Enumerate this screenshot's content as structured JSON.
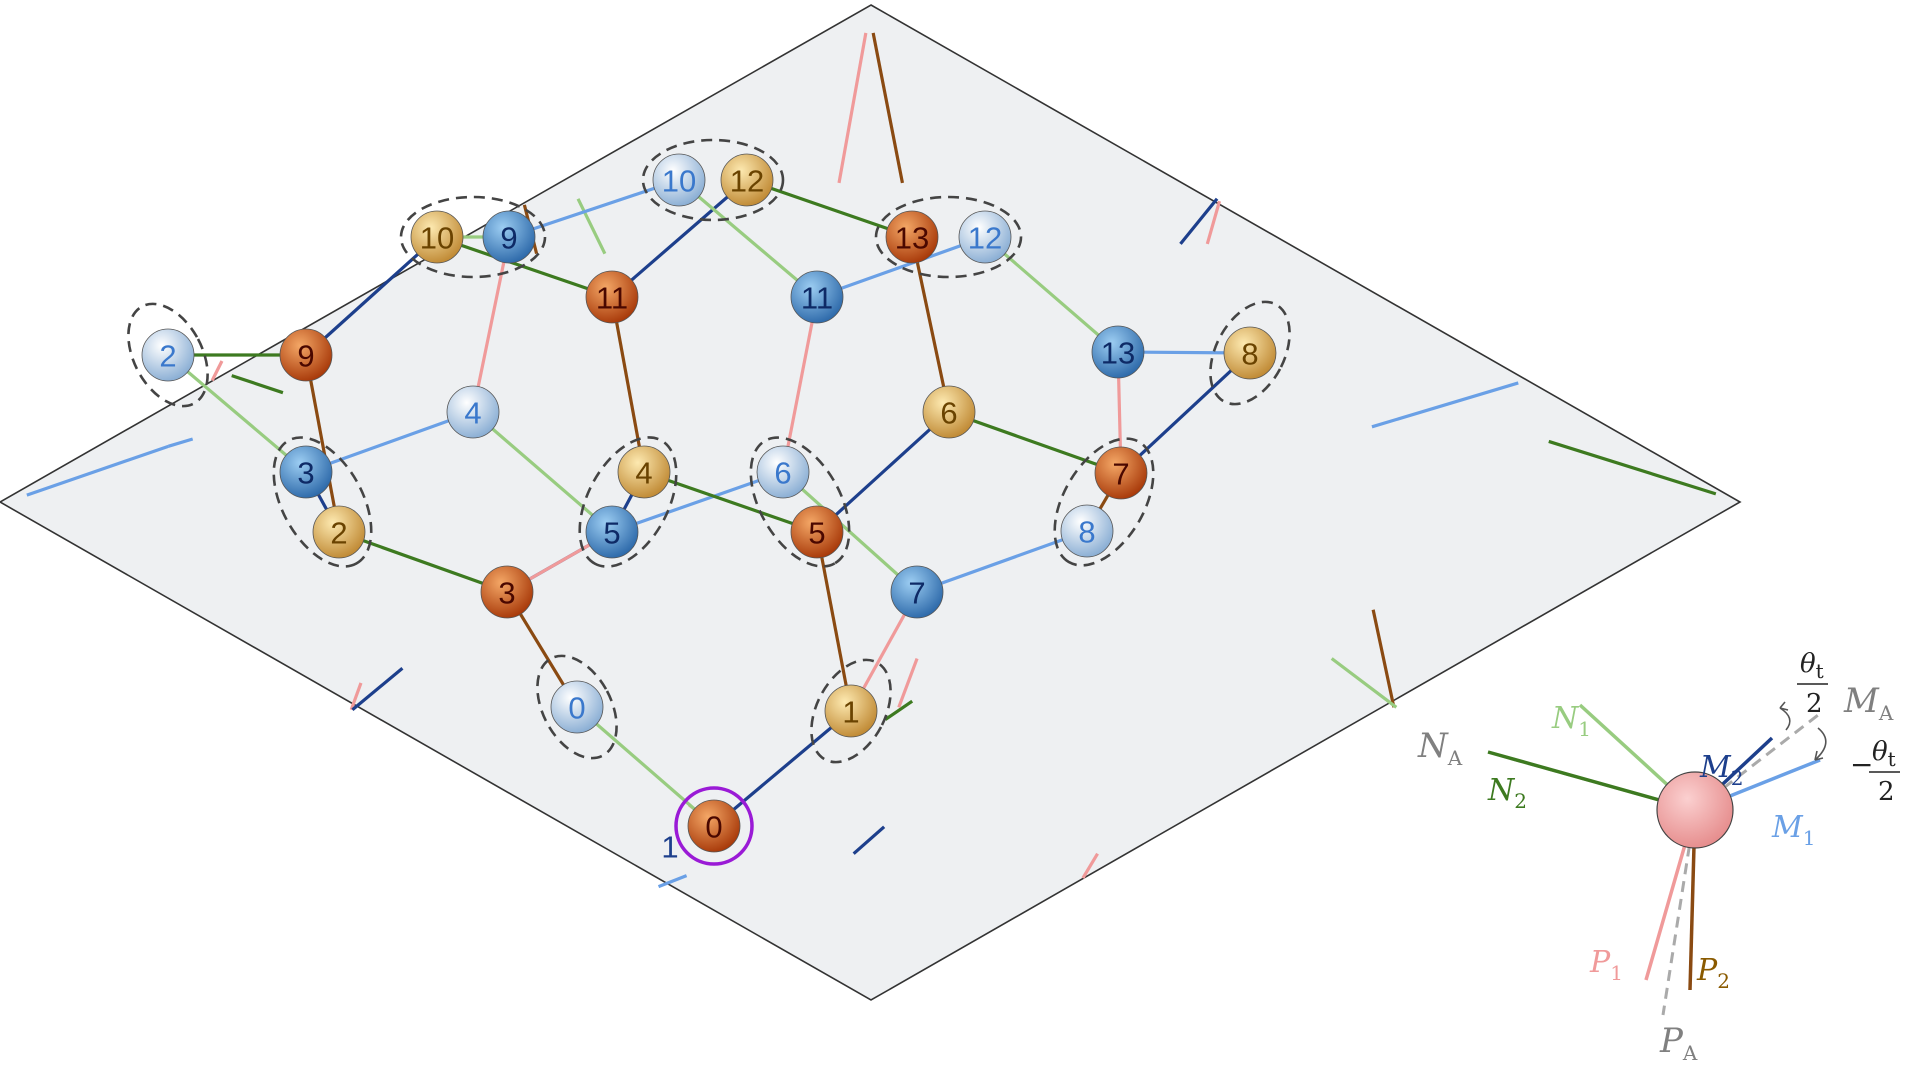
{
  "colors": {
    "plane_fill": "#eef0f2",
    "plane_stroke": "#333333",
    "P1": "#f09a9a",
    "P2": "#8a4a12",
    "N1": "#98cc80",
    "N2": "#3d7a20",
    "M1": "#6aa0e6",
    "M2": "#1d3f8c",
    "dashed": "#444444",
    "highlight": "#9a1ad6",
    "legend_axis": "#aaaaaa",
    "legend_text_grey": "#808080"
  },
  "node_types": {
    "orange": {
      "light": "#f4a766",
      "dark": "#a83a0a",
      "text": "#4a0800"
    },
    "gold": {
      "light": "#fde9b0",
      "dark": "#c08a35",
      "text": "#6a4300"
    },
    "pale": {
      "light": "#ffffff",
      "dark": "#8aaed4",
      "text": "#3a78cc"
    },
    "blue": {
      "light": "#9ccdf2",
      "dark": "#2e6aaa",
      "text": "#0e2a66"
    }
  },
  "nodes": [
    {
      "id": "o0",
      "label": "0",
      "type": "orange"
    },
    {
      "id": "g1",
      "label": "1",
      "type": "gold"
    },
    {
      "id": "p0",
      "label": "0",
      "type": "pale"
    },
    {
      "id": "o3",
      "label": "3",
      "type": "orange"
    },
    {
      "id": "o5",
      "label": "5",
      "type": "orange"
    },
    {
      "id": "b7",
      "label": "7",
      "type": "blue"
    },
    {
      "id": "p8",
      "label": "8",
      "type": "pale"
    },
    {
      "id": "o7",
      "label": "7",
      "type": "orange"
    },
    {
      "id": "g2",
      "label": "2",
      "type": "gold"
    },
    {
      "id": "b3",
      "label": "3",
      "type": "blue"
    },
    {
      "id": "b5",
      "label": "5",
      "type": "blue"
    },
    {
      "id": "g4",
      "label": "4",
      "type": "gold"
    },
    {
      "id": "p6",
      "label": "6",
      "type": "pale"
    },
    {
      "id": "g6",
      "label": "6",
      "type": "gold"
    },
    {
      "id": "p4",
      "label": "4",
      "type": "pale"
    },
    {
      "id": "p2",
      "label": "2",
      "type": "pale"
    },
    {
      "id": "o9",
      "label": "9",
      "type": "orange"
    },
    {
      "id": "g8",
      "label": "8",
      "type": "gold"
    },
    {
      "id": "b13",
      "label": "13",
      "type": "blue"
    },
    {
      "id": "o11",
      "label": "11",
      "type": "orange"
    },
    {
      "id": "b11",
      "label": "11",
      "type": "blue"
    },
    {
      "id": "g10",
      "label": "10",
      "type": "gold"
    },
    {
      "id": "b9",
      "label": "9",
      "type": "blue"
    },
    {
      "id": "o13",
      "label": "13",
      "type": "orange"
    },
    {
      "id": "p12",
      "label": "12",
      "type": "pale"
    },
    {
      "id": "p10",
      "label": "10",
      "type": "pale"
    },
    {
      "id": "g12",
      "label": "12",
      "type": "gold"
    }
  ],
  "edges": [
    {
      "from": "o0",
      "to": "g1",
      "kind": "M2"
    },
    {
      "from": "o0",
      "to": "p0",
      "kind": "N1"
    },
    {
      "from": "p0",
      "to": "o3",
      "kind": "P2"
    },
    {
      "from": "o3",
      "to": "g2",
      "kind": "N2"
    },
    {
      "from": "o3",
      "to": "b5",
      "kind": "M2"
    },
    {
      "from": "b5",
      "to": "g4",
      "kind": "M2"
    },
    {
      "from": "b5",
      "to": "p6",
      "kind": "M1"
    },
    {
      "from": "b5",
      "to": "p4",
      "kind": "N1"
    },
    {
      "from": "b5",
      "to": "o3",
      "kind": "P1"
    },
    {
      "from": "g4",
      "to": "o5",
      "kind": "N2"
    },
    {
      "from": "g4",
      "to": "o11",
      "kind": "P2"
    },
    {
      "from": "p6",
      "to": "b7",
      "kind": "N1"
    },
    {
      "from": "p6",
      "to": "b11",
      "kind": "P1"
    },
    {
      "from": "o5",
      "to": "g6",
      "kind": "M2"
    },
    {
      "from": "o5",
      "to": "g1",
      "kind": "P2"
    },
    {
      "from": "b7",
      "to": "p8",
      "kind": "M1"
    },
    {
      "from": "b7",
      "to": "g1",
      "kind": "P1"
    },
    {
      "from": "o7",
      "to": "g6",
      "kind": "N2"
    },
    {
      "from": "o7",
      "to": "g8",
      "kind": "M2"
    },
    {
      "from": "o7",
      "to": "b13",
      "kind": "P1"
    },
    {
      "from": "g6",
      "to": "o13",
      "kind": "P2"
    },
    {
      "from": "p8",
      "to": "o7",
      "kind": "P2"
    },
    {
      "from": "g2",
      "to": "b3",
      "kind": "M2"
    },
    {
      "from": "g2",
      "to": "o9",
      "kind": "P2"
    },
    {
      "from": "b3",
      "to": "p4",
      "kind": "M1"
    },
    {
      "from": "b3",
      "to": "p2",
      "kind": "N1"
    },
    {
      "from": "p2",
      "to": "o9",
      "kind": "N2"
    },
    {
      "from": "o9",
      "to": "g10",
      "kind": "M2"
    },
    {
      "from": "p4",
      "to": "b9",
      "kind": "P1"
    },
    {
      "from": "g10",
      "to": "b9",
      "kind": "N1"
    },
    {
      "from": "g10",
      "to": "o11",
      "kind": "N2"
    },
    {
      "from": "b9",
      "to": "p10",
      "kind": "M1"
    },
    {
      "from": "o11",
      "to": "g12",
      "kind": "M2"
    },
    {
      "from": "b11",
      "to": "p12",
      "kind": "M1"
    },
    {
      "from": "b11",
      "to": "p10",
      "kind": "N1"
    },
    {
      "from": "g12",
      "to": "o13",
      "kind": "N2"
    },
    {
      "from": "p12",
      "to": "b13",
      "kind": "N1"
    },
    {
      "from": "b13",
      "to": "g8",
      "kind": "M1"
    }
  ],
  "highlight": {
    "node": "o0",
    "label": "1"
  },
  "legend": {
    "labels": {
      "NA": "N",
      "NA_sub": "A",
      "N1": "N",
      "N1_sub": "1",
      "N2": "N",
      "N2_sub": "2",
      "M1": "M",
      "M1_sub": "1",
      "M2": "M",
      "M2_sub": "2",
      "MA": "M",
      "MA_sub": "A",
      "P1": "P",
      "P1_sub": "1",
      "P2": "P",
      "P2_sub": "2",
      "PA": "P",
      "PA_sub": "A"
    },
    "angle_pos": {
      "num": "θ",
      "num_sub": "t",
      "den": "2"
    },
    "angle_neg": {
      "sign": "−",
      "num": "θ",
      "num_sub": "t",
      "den": "2"
    }
  }
}
